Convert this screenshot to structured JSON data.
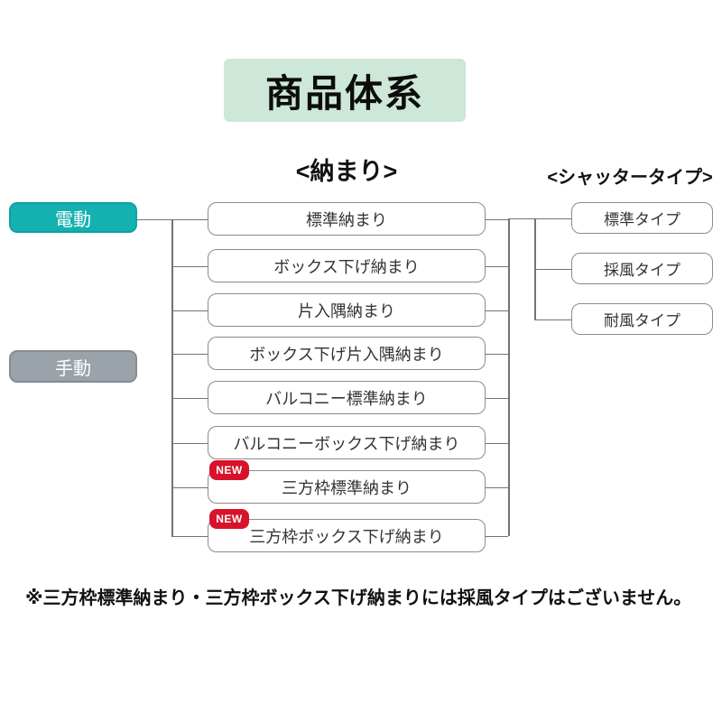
{
  "title": "商品体系",
  "headers": {
    "osamari": "<納まり>",
    "shutter_type": "<シャッタータイプ>"
  },
  "drive_buttons": [
    {
      "label": "電動"
    },
    {
      "label": "手動"
    }
  ],
  "osamari_items": [
    {
      "label": "標準納まり",
      "new": false
    },
    {
      "label": "ボックス下げ納まり",
      "new": false
    },
    {
      "label": "片入隅納まり",
      "new": false
    },
    {
      "label": "ボックス下げ片入隅納まり",
      "new": false
    },
    {
      "label": "バルコニー標準納まり",
      "new": false
    },
    {
      "label": "バルコニーボックス下げ納まり",
      "new": false
    },
    {
      "label": "三方枠標準納まり",
      "new": true
    },
    {
      "label": "三方枠ボックス下げ納まり",
      "new": true
    }
  ],
  "new_badge_label": "NEW",
  "shutter_items": [
    {
      "label": "標準タイプ"
    },
    {
      "label": "採風タイプ"
    },
    {
      "label": "耐風タイプ"
    }
  ],
  "footer_note": "※三方枠標準納まり・三方枠ボックス下げ納まりには採風タイプはございません。",
  "colors": {
    "title_bg": "#cde7d8",
    "accent_teal": "#14b1b1",
    "manual_gray": "#9aa2aa",
    "new_red": "#d8122b",
    "line_gray": "#737373"
  }
}
